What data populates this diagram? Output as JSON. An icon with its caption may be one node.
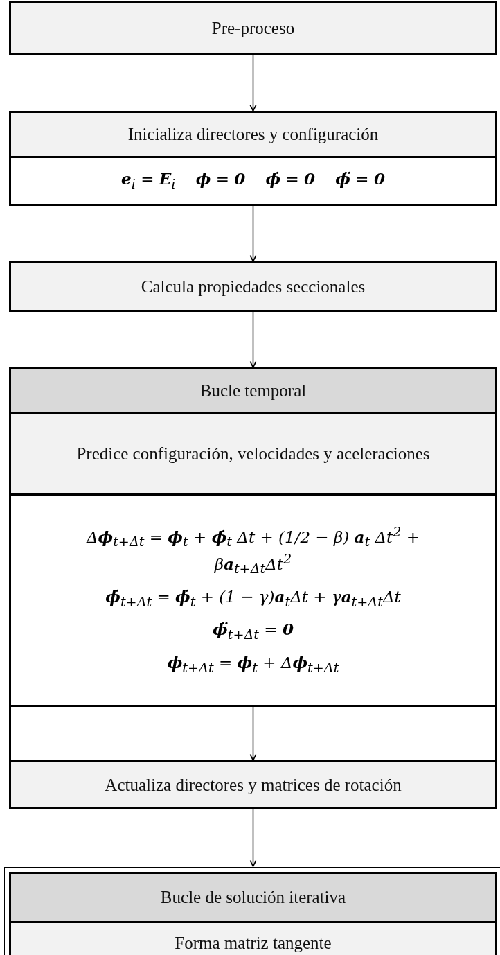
{
  "diagram": {
    "nodes": [
      {
        "text": [
          "Pre-proceso"
        ]
      },
      {
        "text": [
          "Inicializa directores y configuración",
          "**e**$_{i}$ = **E**$_{i}$    **ϕ** = **0**    **ϕ̇** = **0**    **ϕ̈** = **0**"
        ]
      },
      {
        "text": [
          "Calcula propiedades seccionales"
        ]
      },
      {
        "text": [
          "Bucle temporal"
        ]
      },
      {
        "text": [
          "Predice configuración, velocidades y aceleraciones",
          "Δ**ϕ**$_{t+Δt}$ = **ϕ**$_{t}$ + **ϕ̇**$_{t}$ Δt + (1/2 − β) **a**$_{t}$ Δt$^{2}$ + β**a**$_{t+Δt}$Δt$^{2}$",
          "**ϕ̇**$_{t+Δt}$ = **ϕ̇**$_{t}$ + (1 − γ)**a**$_{t}$Δt + γ**a**$_{t+Δt}$Δt",
          "**ϕ̈**$_{t+Δt}$ = **0**",
          "**ϕ**$_{t+Δt}$ = **ϕ**$_{t}$ + Δ**ϕ**$_{t+Δt}$"
        ],
        "in": 3
      },
      {
        "text": [
          "Actualiza directores y matrices de rotación"
        ],
        "in": 3
      },
      {
        "text": [
          "Bucle de solución iterativa"
        ]
      },
      {
        "text": [
          "Forma matriz tangente"
        ],
        "in": 6
      }
    ],
    "edges": [
      {
        "from": 0,
        "to": 1,
        "arrow": "to"
      },
      {
        "from": 1,
        "to": 2,
        "arrow": "to"
      },
      {
        "from": 2,
        "to": 3,
        "arrow": "to"
      },
      {
        "from": 4,
        "to": 5,
        "arrow": "to"
      },
      {
        "from": 3,
        "to": 6,
        "arrow": "to"
      }
    ]
  }
}
